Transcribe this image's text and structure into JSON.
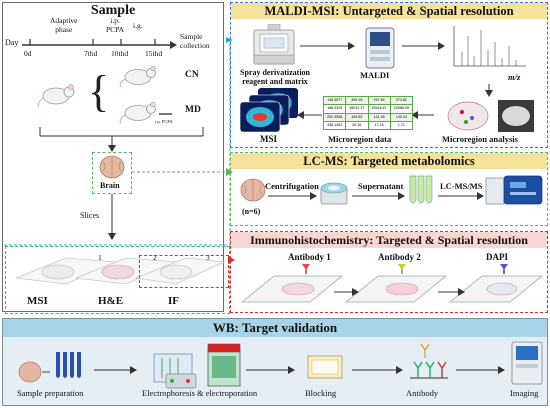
{
  "sample": {
    "title": "Sample",
    "day_label": "Day",
    "timeline": {
      "adaptive": "Adaptive\nphase",
      "ip": "i.p.\nPCPA",
      "ig": "i.g.",
      "d0": "0d",
      "d7": "7thd",
      "d10": "10thd",
      "d15": "15thd",
      "collection": "Sample\ncollection"
    },
    "groups": [
      "CN",
      "MD"
    ],
    "ip_pcpa_small": "i.p. PCPA",
    "brain_label": "Brain",
    "slices_label": "Slices",
    "slice_numbers": [
      "1",
      "2",
      "3"
    ],
    "slice_labels": [
      "MSI",
      "H&E",
      "IF"
    ]
  },
  "maldi": {
    "title": "MALDI-MSI: Untargeted & Spatial resolution",
    "spray": "Spray derivatization\nreagent and matrix",
    "maldi": "MALDI",
    "mz": "m/z",
    "msi": "MSI",
    "microregion_data": "Microregion data",
    "microregion_analysis": "Microregion analysis",
    "table_rows": [
      [
        "146.0577",
        "493.18",
        "297.84",
        "373.81"
      ],
      [
        "188.3325",
        "98031.37",
        "63516.67",
        "23988.95"
      ],
      [
        "252.3558",
        "164.82",
        "121.38",
        "140.24"
      ],
      [
        "338.1404",
        "50.16",
        "17.15",
        "1.71"
      ]
    ]
  },
  "lcms": {
    "title": "LC-MS: Targeted metabolomics",
    "n": "(n=6)",
    "centrifugation": "Centrifugation",
    "supernatant": "Supernatant",
    "lcmsms": "LC-MS/MS"
  },
  "ihc": {
    "title": "Immunohistochemistry: Targeted & Spatial resolution",
    "antibody1": "Antibody 1",
    "antibody2": "Antibody 2",
    "dapi": "DAPI"
  },
  "wb": {
    "title": "WB: Target validation",
    "steps": [
      "Sample preparation",
      "Electrophoresis & electroporation",
      "Blocking",
      "Antibody",
      "Imaging"
    ]
  },
  "colors": {
    "gray_box": "#6b6b6b",
    "blue_dash": "#3a6fd8",
    "green_dash": "#5db85d",
    "teal_dash": "#2fb3a8",
    "red_dash": "#d63030",
    "maldi_header": "#f4e19a",
    "ihc_header": "#f8d7d2",
    "wb_header": "#a9d3e8",
    "wb_bg": "#e6eef5"
  }
}
